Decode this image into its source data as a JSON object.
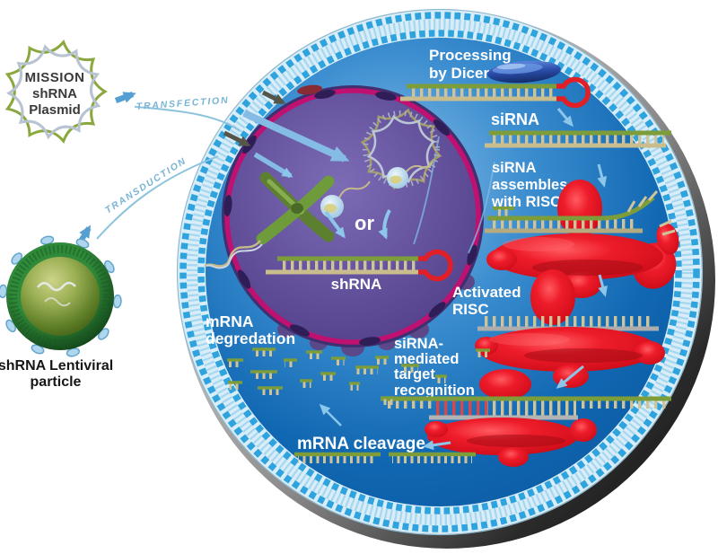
{
  "diagram_title": "shRNA / RNAi pathway diagram",
  "labels": {
    "plasmid": [
      "MISSION",
      "shRNA",
      "Plasmid"
    ],
    "transfection": "TRANSFECTION",
    "transduction": "TRANSDUCTION",
    "lentiviral_particle": [
      "shRNA Lentiviral",
      "particle"
    ],
    "processing_by_dicer": [
      "Processing",
      "by Dicer"
    ],
    "sirna": "siRNA",
    "sirna_assembles_with_risc": [
      "siRNA",
      "assembles",
      "with RISC"
    ],
    "activated_risc": [
      "Activated",
      "RISC"
    ],
    "sirna_mediated_target_recognition": [
      "siRNA-",
      "mediated",
      "target",
      "recognition"
    ],
    "mrna_cleavage": "mRNA cleavage",
    "mrna_degredation": [
      "mRNA",
      "degredation"
    ],
    "or_choice": "or",
    "shrna_hairpin": "shRNA"
  },
  "colors": {
    "cytoplasm_blue": "#1268b4",
    "membrane_bead_blue": "#35a9e1",
    "nucleus_purple": "#5a4791",
    "nucleus_rim_magenta": "#c01070",
    "risc_red": "#e01220",
    "rna_green": "#7d9c3a",
    "rna_tan": "#cfc39a",
    "hairpin_loop_red": "#e11f26",
    "dicer_navy": "#1d3f8f",
    "virus_green": "#2e7d32",
    "arrow_light_blue": "#8cc6ea",
    "pathway_text_blue": "#79b4d6",
    "label_white": "#ffffff",
    "label_dark": "#3a3a3a"
  }
}
